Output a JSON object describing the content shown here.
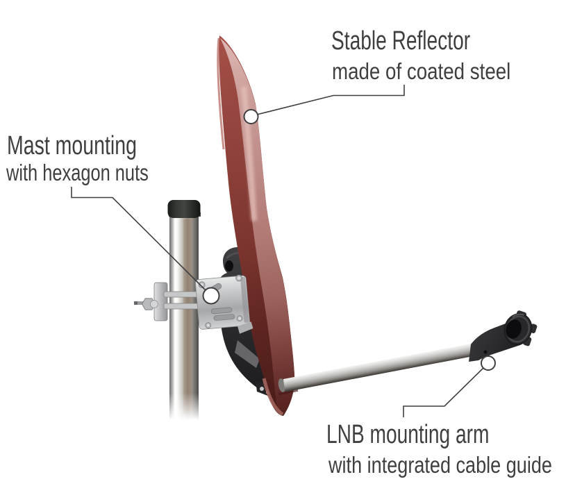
{
  "figure": {
    "description": "Side view of a dark red satellite dish on a steel mast, with three labelled callouts",
    "background": "#ffffff"
  },
  "annotations": {
    "reflector": {
      "title": "Stable Reflector",
      "subtitle": "made of coated steel"
    },
    "mast": {
      "title": "Mast mounting",
      "subtitle": "with hexagon nuts"
    },
    "lnb_arm": {
      "title": "LNB mounting arm",
      "subtitle": "with integrated cable guide"
    }
  },
  "colors": {
    "text": "#3f3f3f",
    "callout_line": "#3f3f3f",
    "marker_fill": "#ffffff",
    "dish_red_dark": "#7c352f",
    "dish_red_light": "#c99a96",
    "mast_silver": "#c6c7c9",
    "plastic_black": "#232325"
  }
}
